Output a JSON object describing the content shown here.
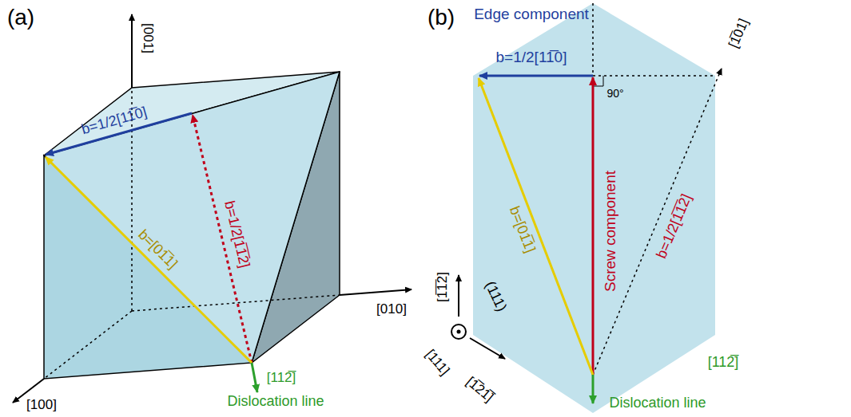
{
  "diagram": {
    "labels": [
      "(a)",
      "[001]",
      "b=1/2[11̅0]",
      "b=1/2[1̅1̅2]",
      "b=[01̅1]",
      "[010]",
      "[100]",
      "[112̅]",
      "Dislocation line",
      "(b)",
      "Edge component",
      "b=1/2[11̅0]",
      "[1̅01]",
      "90°",
      "b=[01̅1]",
      "Screw component",
      "b=1/2[1̅1̅2]",
      "[1̅1̅2]",
      "(111)",
      "[111]",
      "[1̅21̅]",
      "[112̅]",
      "Dislocation line"
    ]
  }
}
